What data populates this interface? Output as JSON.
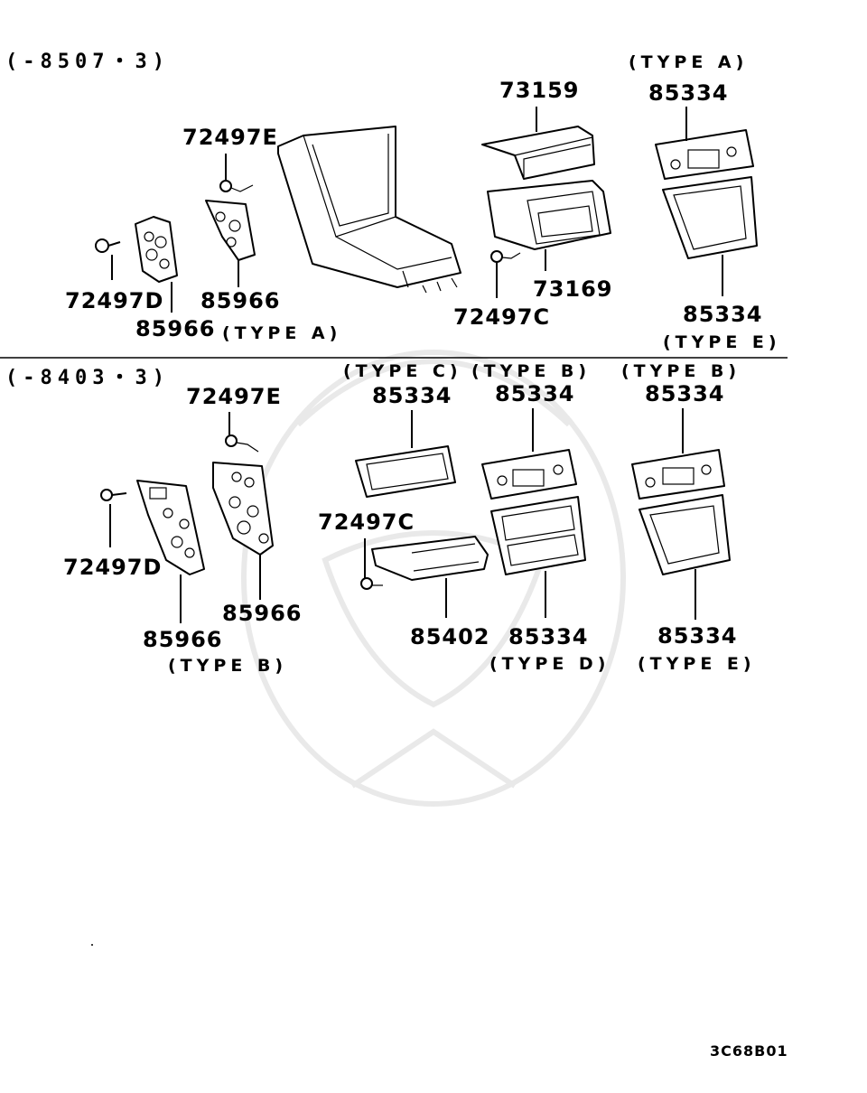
{
  "section_headers": {
    "top": "(-8507・3)",
    "bottom": "(-8403・3)"
  },
  "labels": {
    "top_73159": "73159",
    "top_type_a_header": "(TYPE A)",
    "top_85334_a": "85334",
    "top_72497E": "72497E",
    "top_72497D": "72497D",
    "top_85966_a": "85966",
    "top_85966_b": "85966",
    "top_type_a_bracket": "(TYPE A)",
    "top_73169": "73169",
    "top_72497C": "72497C",
    "top_85334_e": "85334",
    "top_type_e": "(TYPE E)",
    "bot_type_c": "(TYPE C)",
    "bot_85334_c": "85334",
    "bot_type_b1": "(TYPE B)",
    "bot_85334_b1": "85334",
    "bot_type_b2": "(TYPE B)",
    "bot_85334_b2": "85334",
    "bot_72497E": "72497E",
    "bot_72497D": "72497D",
    "bot_85966_a": "85966",
    "bot_85966_b": "85966",
    "bot_type_b3": "(TYPE B)",
    "bot_72497C": "72497C",
    "bot_85402": "85402",
    "bot_85334_d": "85334",
    "bot_type_d": "(TYPE D)",
    "bot_85334_e": "85334",
    "bot_type_e": "(TYPE E)"
  },
  "diagram_code": "3C68B01"
}
